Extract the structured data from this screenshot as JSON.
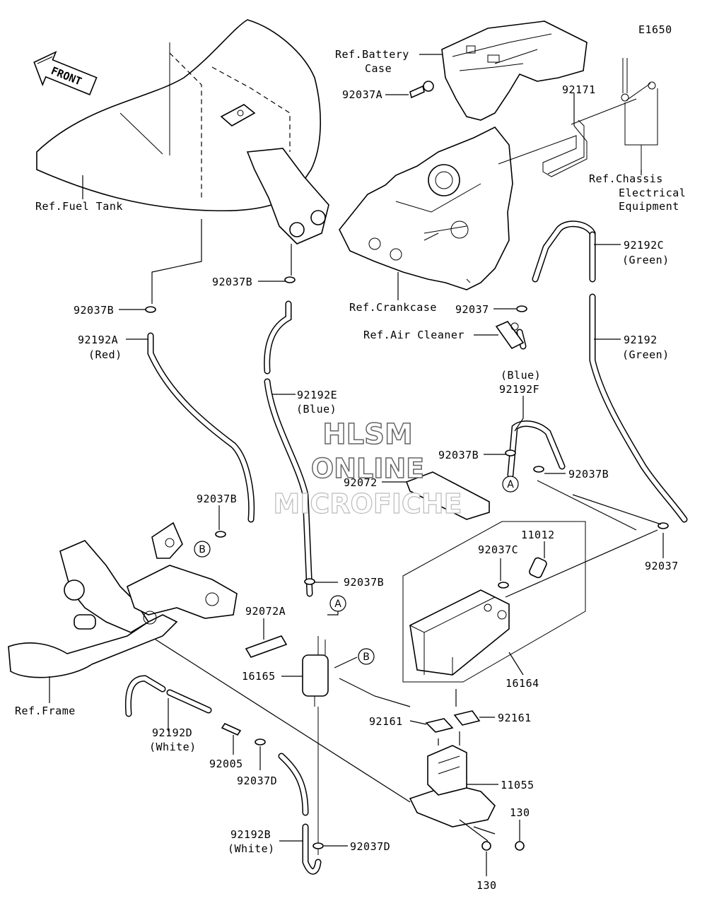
{
  "diagram_code": "E1650",
  "front_label": "FRONT",
  "watermark": {
    "line1": "HLSM",
    "line2": "ONLINE",
    "line3": "MICROFICHE"
  },
  "refs": {
    "battery_case_1": "Ref.Battery",
    "battery_case_2": "Case",
    "fuel_tank": "Ref.Fuel Tank",
    "chassis_1": "Ref.Chassis",
    "chassis_2": "Electrical",
    "chassis_3": "Equipment",
    "crankcase": "Ref.Crankcase",
    "air_cleaner": "Ref.Air Cleaner",
    "frame": "Ref.Frame"
  },
  "parts": {
    "p92037A": "92037A",
    "p92171": "92171",
    "p92192C": "92192C",
    "p92192C_color": "(Green)",
    "p92037_air": "92037",
    "p92192": "92192",
    "p92192_color": "(Green)",
    "p92037B_top": "92037B",
    "p92037B_left": "92037B",
    "p92192A": "92192A",
    "p92192A_color": "(Red)",
    "p92192E": "92192E",
    "p92192E_color": "(Blue)",
    "p92192F_color": "(Blue)",
    "p92192F": "92192F",
    "p92037B_f1": "92037B",
    "p92037B_f2": "92037B",
    "p92072": "92072",
    "p92037B_b": "92037B",
    "p92037_right": "92037",
    "p11012": "11012",
    "p92037C": "92037C",
    "p92037B_mid": "92037B",
    "p92072A": "92072A",
    "p16165": "16165",
    "p16164": "16164",
    "p92161_left": "92161",
    "p92161_right": "92161",
    "p92192D": "92192D",
    "p92192D_color": "(White)",
    "p92005": "92005",
    "p92037D": "92037D",
    "p11055": "11055",
    "p130_top": "130",
    "p130_bottom": "130",
    "p92192B": "92192B",
    "p92192B_color": "(White)",
    "p92037D_bottom": "92037D"
  },
  "markers": {
    "a": "A",
    "b": "B"
  }
}
